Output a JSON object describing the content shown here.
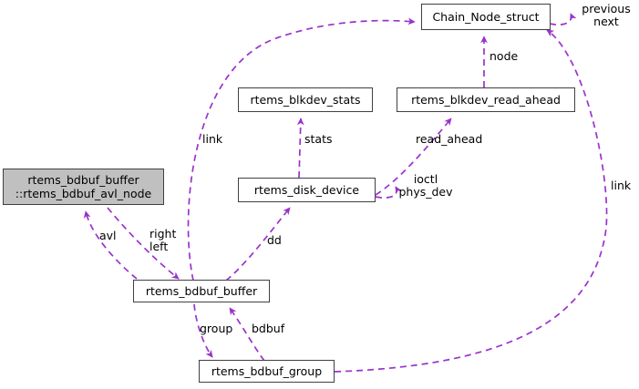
{
  "diagram": {
    "type": "uml-collaboration-graph",
    "title": "rtems_bdbuf_buffer collaboration diagram",
    "edge_color": "#9a32cd",
    "node_border_color": "#404040",
    "node_fill": "#ffffff",
    "highlight_fill": "#c0c0c0",
    "nodes": [
      {
        "id": "chain_node_struct",
        "label": "Chain_Node_struct",
        "highlighted": false
      },
      {
        "id": "rtems_blkdev_stats",
        "label": "rtems_blkdev_stats",
        "highlighted": false
      },
      {
        "id": "rtems_blkdev_read_ahead",
        "label": "rtems_blkdev_read_ahead",
        "highlighted": false
      },
      {
        "id": "rtems_bdbuf_avl_node",
        "label": "rtems_bdbuf_buffer\n::rtems_bdbuf_avl_node",
        "highlighted": true
      },
      {
        "id": "rtems_disk_device",
        "label": "rtems_disk_device",
        "highlighted": false
      },
      {
        "id": "rtems_bdbuf_buffer",
        "label": "rtems_bdbuf_buffer",
        "highlighted": false
      },
      {
        "id": "rtems_bdbuf_group",
        "label": "rtems_bdbuf_group",
        "highlighted": false
      }
    ],
    "edges": [
      {
        "from": "chain_node_struct",
        "to": "chain_node_struct",
        "label": "previous\nnext"
      },
      {
        "from": "chain_node_struct",
        "to": "rtems_blkdev_read_ahead",
        "label": "node"
      },
      {
        "from": "chain_node_struct",
        "to": "rtems_bdbuf_buffer",
        "label": "link"
      },
      {
        "from": "chain_node_struct",
        "to": "rtems_bdbuf_group",
        "label": "link"
      },
      {
        "from": "rtems_blkdev_stats",
        "to": "rtems_disk_device",
        "label": "stats"
      },
      {
        "from": "rtems_blkdev_read_ahead",
        "to": "rtems_disk_device",
        "label": "read_ahead"
      },
      {
        "from": "rtems_disk_device",
        "to": "rtems_disk_device",
        "label": "ioctl\nphys_dev"
      },
      {
        "from": "rtems_disk_device",
        "to": "rtems_bdbuf_buffer",
        "label": "dd"
      },
      {
        "from": "rtems_bdbuf_avl_node",
        "to": "rtems_bdbuf_buffer",
        "label": "avl"
      },
      {
        "from": "rtems_bdbuf_buffer",
        "to": "rtems_bdbuf_avl_node",
        "label": "right\nleft"
      },
      {
        "from": "rtems_bdbuf_group",
        "to": "rtems_bdbuf_buffer",
        "label": "group"
      },
      {
        "from": "rtems_bdbuf_buffer",
        "to": "rtems_bdbuf_group",
        "label": "bdbuf"
      }
    ],
    "edge_labels": {
      "previous_next": "previous\nnext",
      "node": "node",
      "link_left": "link",
      "link_right": "link",
      "stats": "stats",
      "read_ahead": "read_ahead",
      "ioctl_phys_dev": "ioctl\nphys_dev",
      "dd": "dd",
      "avl": "avl",
      "right_left": "right\nleft",
      "group": "group",
      "bdbuf": "bdbuf"
    }
  }
}
